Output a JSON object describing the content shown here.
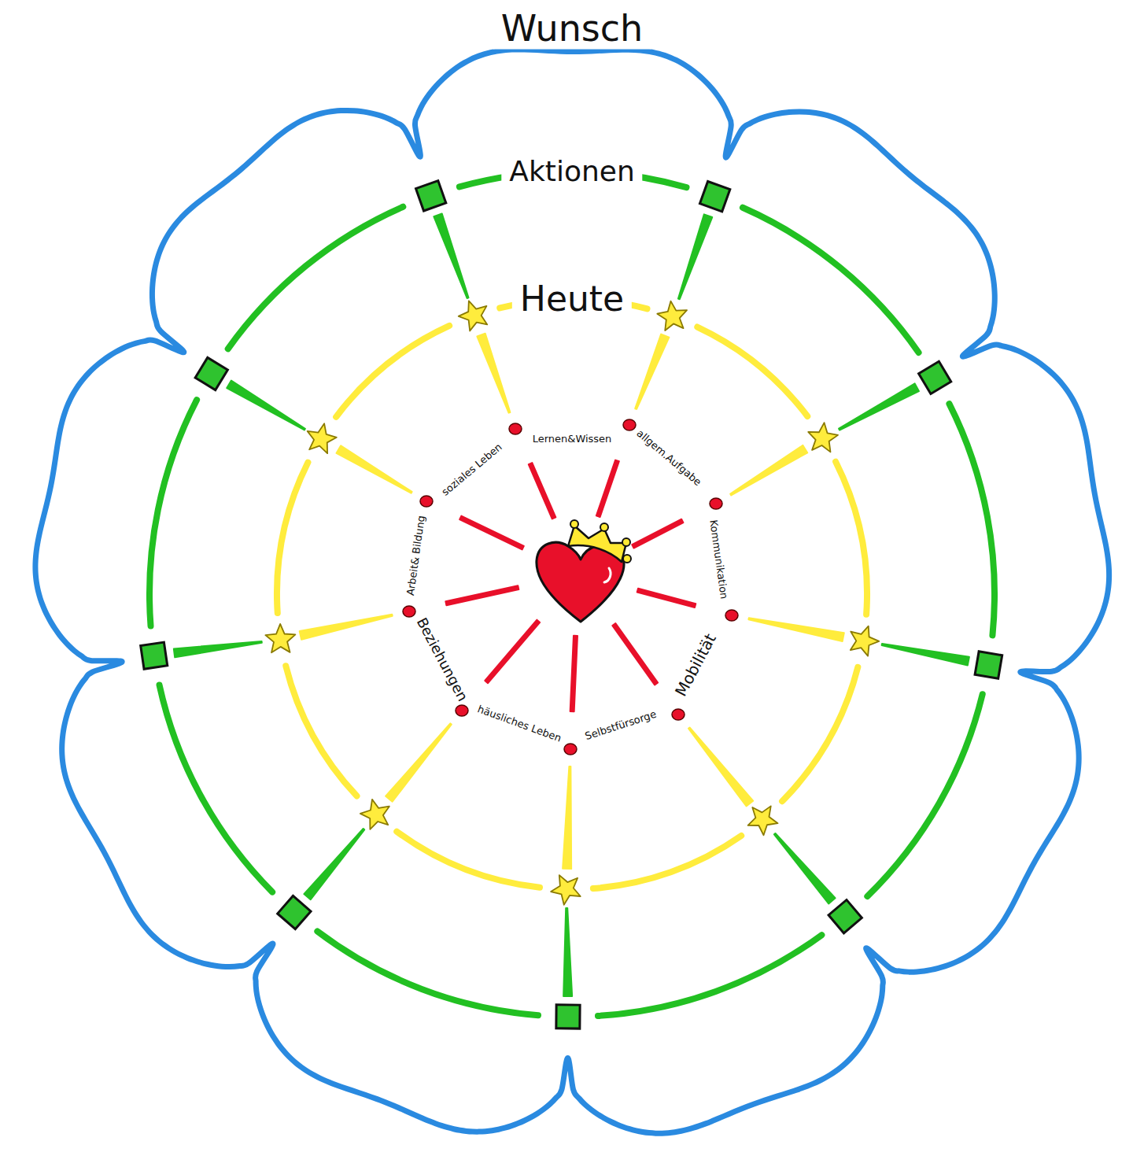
{
  "diagram": {
    "nodes": [
      {
        "text": [
          "Wunsch"
        ]
      },
      {
        "text": [
          "Aktionen"
        ],
        "in": 0
      },
      {
        "text": [
          "Heute"
        ],
        "in": 1
      }
    ],
    "labels": [
      "Lernen&Wissen",
      "allgem.Aufgabe",
      "Kommunikation",
      "Mobilität",
      "Selbstfürsorge",
      "häusliches Leben",
      "Beziehungen",
      "Arbeit& Bildung",
      "soziales Leben"
    ]
  }
}
